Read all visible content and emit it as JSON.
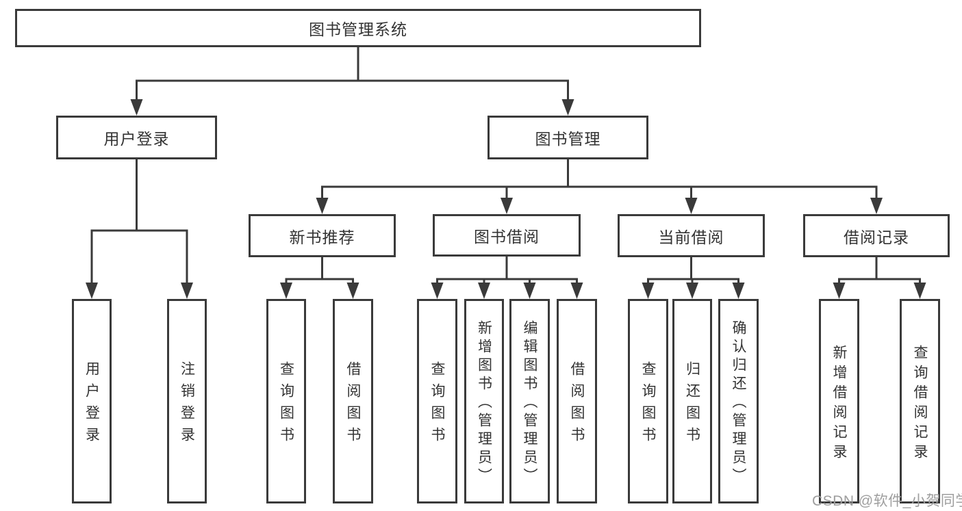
{
  "diagram": {
    "root": {
      "label": "图书管理系统"
    },
    "level2": {
      "user_login": "用户登录",
      "book_management": "图书管理"
    },
    "level3": {
      "new_book_recommend": "新书推荐",
      "book_borrowing": "图书借阅",
      "current_borrowing": "当前借阅",
      "borrowing_records": "借阅记录"
    },
    "leaves": {
      "user_login": [
        "用户登录",
        "注销登录"
      ],
      "new_book_recommend": [
        "查询图书",
        "借阅图书"
      ],
      "book_borrowing": [
        "查询图书",
        "新增图书（管理员）",
        "编辑图书（管理员）",
        "借阅图书"
      ],
      "current_borrowing": [
        "查询图书",
        "归还图书",
        "确认归还（管理员）"
      ],
      "borrowing_records": [
        "新增借阅记录",
        "查询借阅记录"
      ]
    }
  },
  "watermark": {
    "text": "CSDN @软件_小贺同学",
    "color": "#9e9e9e"
  },
  "colors": {
    "line": "#3a3a3a",
    "text": "#333333",
    "background": "#ffffff",
    "box_fill": "#ffffff"
  }
}
